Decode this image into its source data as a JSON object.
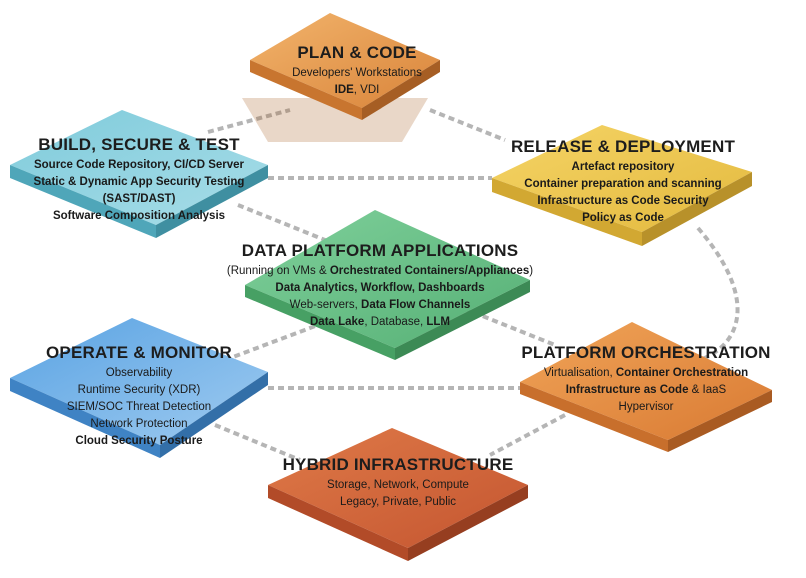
{
  "colors": {
    "plan": "#e39a4e",
    "build": "#5cb6c9",
    "release": "#ecc64d",
    "data": "#6cc08a",
    "operate": "#4b93d6",
    "platform": "#e2883f",
    "hybrid": "#cf6336"
  },
  "plan": {
    "title": "PLAN & CODE",
    "line1": "Developers' Workstations",
    "l2a": "IDE",
    "l2b": ", VDI"
  },
  "build": {
    "title": "BUILD, SECURE & TEST",
    "line1": "Source Code Repository, CI/CD Server",
    "line2": "Static & Dynamic App Security Testing",
    "line3": "(SAST/DAST)",
    "line4": "Software Composition Analysis"
  },
  "release": {
    "title": "RELEASE & DEPLOYMENT",
    "line1": "Artefact repository",
    "line2": "Container preparation and scanning",
    "line3": "Infrastructure as Code Security",
    "line4": "Policy as Code"
  },
  "data": {
    "title": "DATA PLATFORM APPLICATIONS",
    "l1a": "(Running on VMs & ",
    "l1b": "Orchestrated Containers/Appliances",
    "l1c": ")",
    "line2": "Data Analytics, Workflow, Dashboards",
    "l3a": "Web-servers, ",
    "l3b": "Data Flow Channels",
    "l4a": "Data Lake",
    "l4b": ", Database, ",
    "l4c": "LLM"
  },
  "operate": {
    "title": "OPERATE & MONITOR",
    "line1": "Observability",
    "line2": "Runtime Security (XDR)",
    "line3": "SIEM/SOC Threat Detection",
    "line4": "Network Protection",
    "line5": "Cloud Security Posture"
  },
  "platform": {
    "title": "PLATFORM ORCHESTRATION",
    "l1a": "Virtualisation, ",
    "l1b": "Container Orchestration",
    "l2a": "Infrastructure as Code",
    "l2b": " & IaaS",
    "line3": "Hypervisor"
  },
  "hybrid": {
    "title": "HYBRID INFRASTRUCTURE",
    "line1": "Storage, Network, Compute",
    "line2": "Legacy, Private, Public"
  }
}
